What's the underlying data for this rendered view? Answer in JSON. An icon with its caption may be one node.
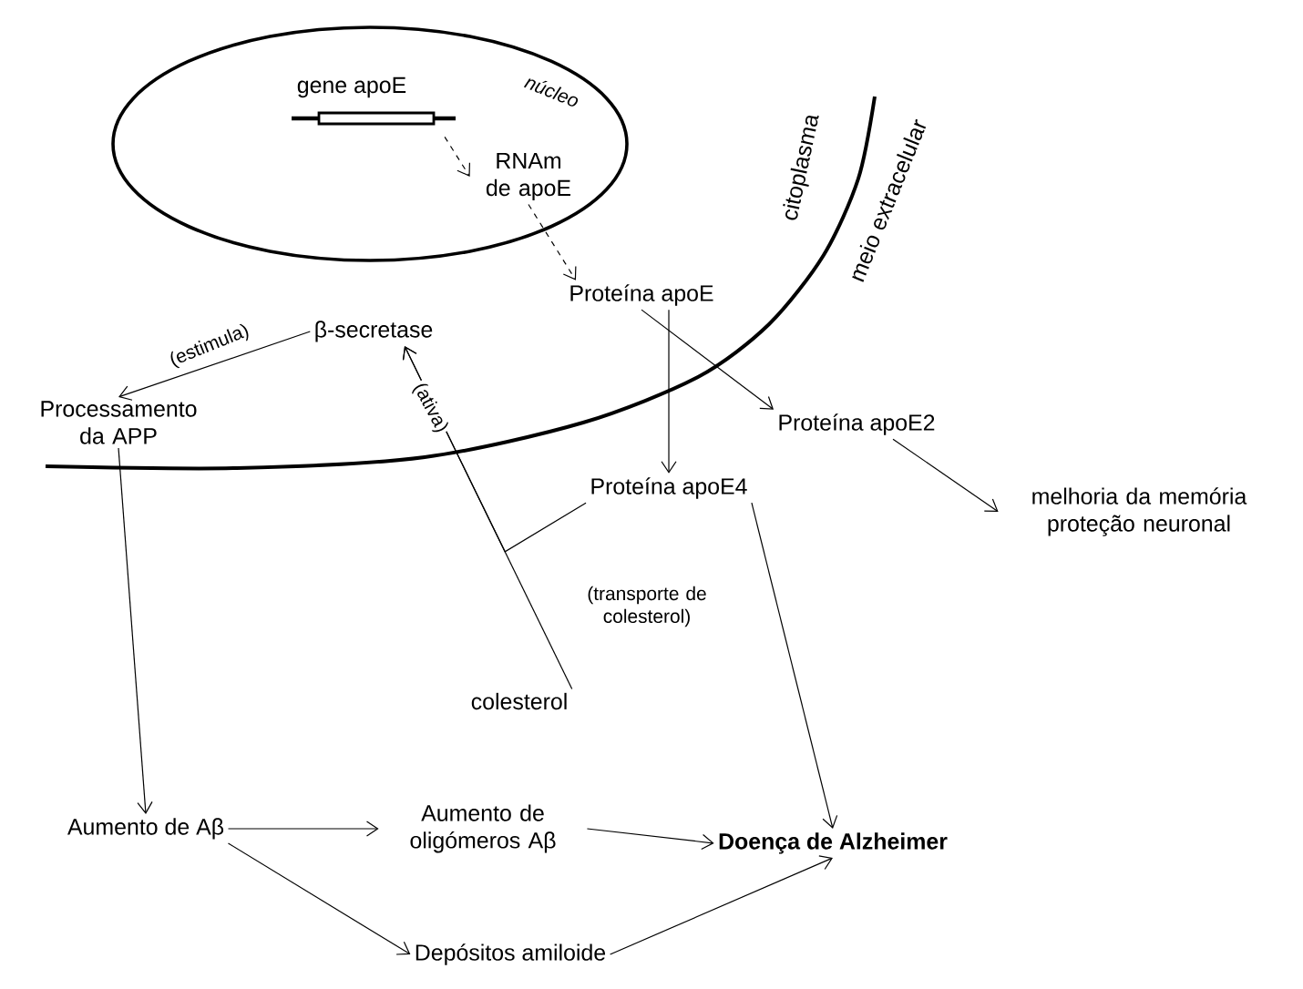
{
  "diagram": {
    "nodes": [
      {
        "text": [
          "núcleo"
        ]
      },
      {
        "text": [
          "gene apoE"
        ],
        "in": 0
      },
      {
        "text": [
          "RNAm de apoE"
        ],
        "in": 0
      },
      {
        "text": [
          "Proteína apoE"
        ]
      },
      {
        "text": [
          "β-secretase"
        ]
      },
      {
        "text": [
          "Processamento da APP"
        ]
      },
      {
        "text": [
          "Proteína apoE2"
        ]
      },
      {
        "text": [
          "Proteína apoE4"
        ]
      },
      {
        "text": [
          "melhoria da memória proteção neuronal"
        ]
      },
      {
        "text": [
          "colesterol"
        ]
      },
      {
        "text": [
          "Aumento de Aβ"
        ]
      },
      {
        "text": [
          "Aumento de oligómeros Aβ"
        ]
      },
      {
        "text": [
          "Doença de Alzheimer"
        ]
      },
      {
        "text": [
          "Depósitos amiloide"
        ]
      }
    ],
    "edges": [
      {
        "from": 1,
        "to": 2,
        "arrow": "to",
        "style": "dashed"
      },
      {
        "from": 2,
        "to": 3,
        "arrow": "to",
        "style": "dashed"
      },
      {
        "from": 3,
        "to": 6,
        "arrow": "to"
      },
      {
        "from": 3,
        "to": 7,
        "arrow": "to"
      },
      {
        "from": 4,
        "to": 5,
        "arrow": "to",
        "label": "(estimula)"
      },
      {
        "from": 9,
        "to": 4,
        "arrow": "to",
        "label": "(ativa)"
      },
      {
        "from": 7,
        "to": 4,
        "arrow": "to",
        "label": "(transporte de colesterol)"
      },
      {
        "from": 6,
        "to": 8,
        "arrow": "to"
      },
      {
        "from": 5,
        "to": 10,
        "arrow": "to"
      },
      {
        "from": 7,
        "to": 12,
        "arrow": "to"
      },
      {
        "from": 10,
        "to": 11,
        "arrow": "to"
      },
      {
        "from": 11,
        "to": 12,
        "arrow": "to"
      },
      {
        "from": 10,
        "to": 13,
        "arrow": "to"
      },
      {
        "from": 13,
        "to": 12,
        "arrow": "to"
      }
    ],
    "labels": [
      "citoplasma",
      "meio extracelular"
    ]
  }
}
